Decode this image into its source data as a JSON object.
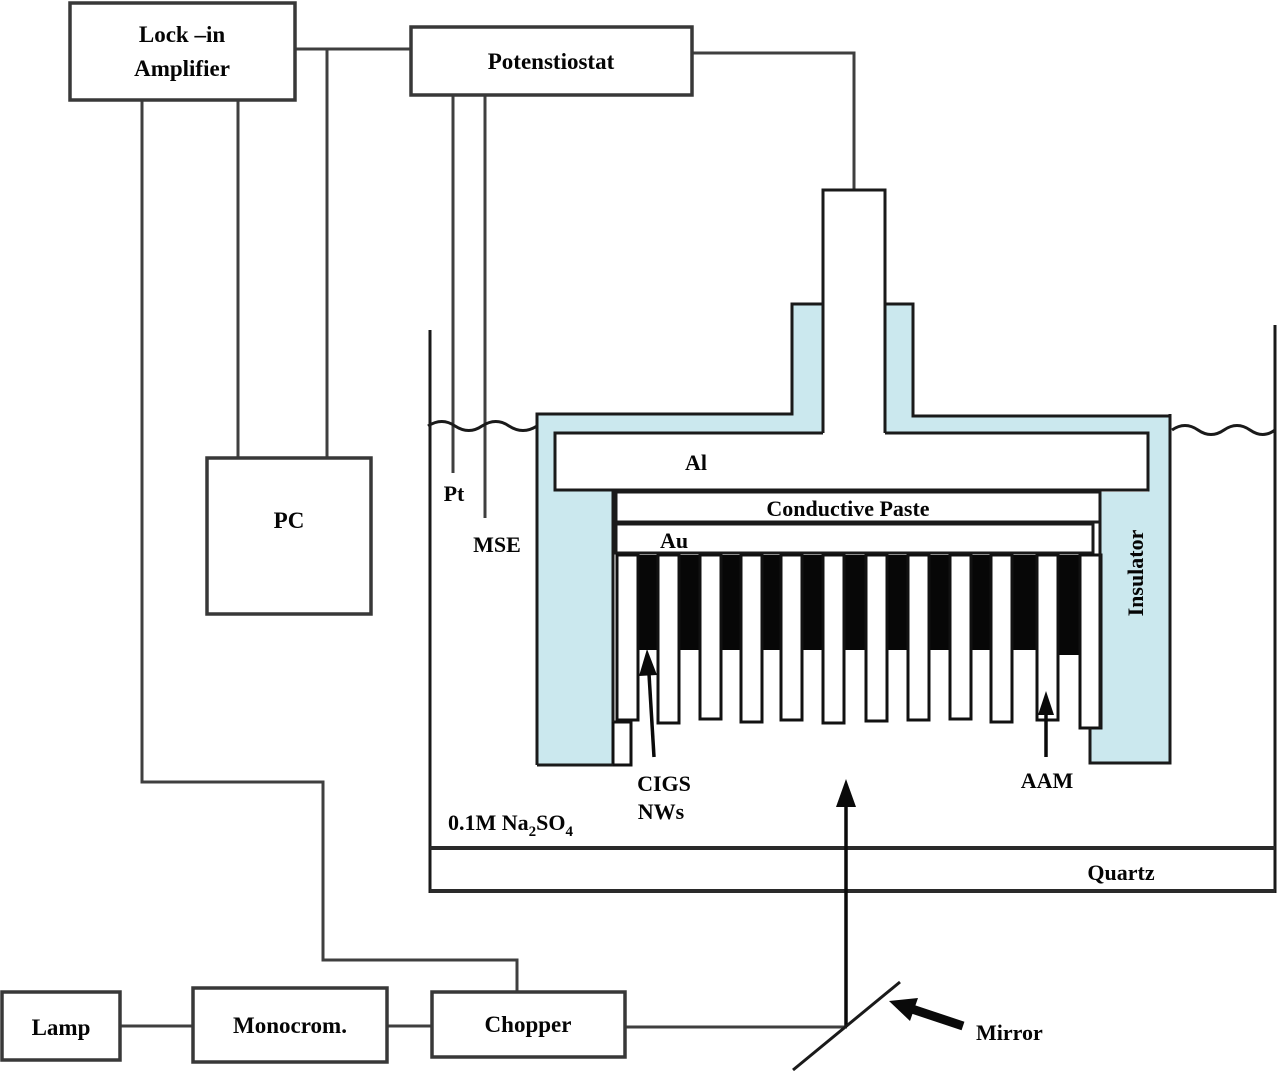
{
  "title": "Photoelectrochemical measurement setup diagram",
  "colors": {
    "background": "#ffffff",
    "insulator_fill": "#cbe8ee",
    "wire": "#3f3f3f",
    "outline": "#1a1a1a",
    "comb_black": "#070707",
    "text": "#050505"
  },
  "boxes": {
    "lock_in_amplifier": {
      "line1": "Lock –in",
      "line2": "Amplifier"
    },
    "potentiostat": {
      "label": "Potenstiostat"
    },
    "pc": {
      "label": "PC"
    },
    "lamp": {
      "label": "Lamp"
    },
    "monochromator": {
      "label": "Monocrom."
    },
    "chopper": {
      "label": "Chopper"
    }
  },
  "cell": {
    "pt_electrode": "Pt",
    "mse_electrode": "MSE",
    "al_layer": "Al",
    "conductive_paste_layer": "Conductive Paste",
    "au_layer": "Au",
    "insulator": "Insulator",
    "electrolyte": {
      "prefix": "0.1M Na",
      "sub2": "2",
      "mid": "SO",
      "sub4": "4"
    },
    "cigs_line1": "CIGS",
    "cigs_line2": "NWs",
    "aam": "AAM",
    "quartz": "Quartz"
  },
  "optics": {
    "mirror": "Mirror"
  }
}
